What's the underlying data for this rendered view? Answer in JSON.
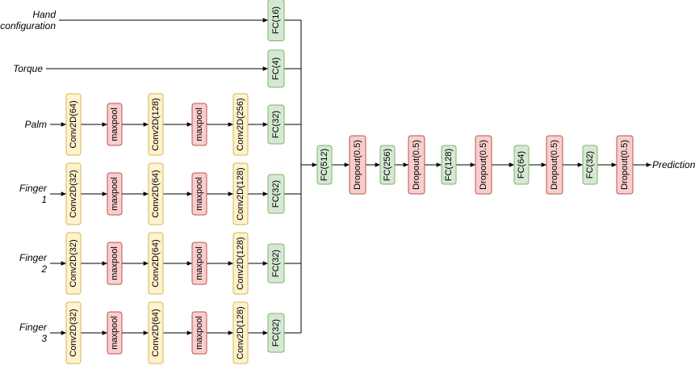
{
  "inputs": {
    "hand": [
      "Hand",
      "configuration"
    ],
    "torque": [
      "Torque"
    ],
    "palm": [
      "Palm"
    ],
    "finger1": [
      "Finger",
      "1"
    ],
    "finger2": [
      "Finger",
      "2"
    ],
    "finger3": [
      "Finger",
      "3"
    ]
  },
  "branches": {
    "hand": [
      "FC(16)"
    ],
    "torque": [
      "FC(4)"
    ],
    "palm": [
      "Conv2D(64)",
      "maxpool",
      "Conv2D(128)",
      "maxpool",
      "Conv2D(256)",
      "FC(32)"
    ],
    "finger1": [
      "Conv2D(32)",
      "maxpool",
      "Conv2D(64)",
      "maxpool",
      "Conv2D(128)",
      "FC(32)"
    ],
    "finger2": [
      "Conv2D(32)",
      "maxpool",
      "Conv2D(64)",
      "maxpool",
      "Conv2D(128)",
      "FC(32)"
    ],
    "finger3": [
      "Conv2D(32)",
      "maxpool",
      "Conv2D(64)",
      "maxpool",
      "Conv2D(128)",
      "FC(32)"
    ]
  },
  "head": [
    "FC(512)",
    "Dropout(0.5)",
    "FC(256)",
    "Dropout(0.5)",
    "FC(128)",
    "Dropout(0.5)",
    "FC(64)",
    "Dropout(0.5)",
    "FC(32)",
    "Dropout(0.5)"
  ],
  "output": "Prediction",
  "colors": {
    "conv_fill": "#fff2cc",
    "conv_stroke": "#d6b656",
    "pool_fill": "#f8cecc",
    "pool_stroke": "#b85450",
    "fc_fill": "#d5e8d4",
    "fc_stroke": "#82b366"
  }
}
